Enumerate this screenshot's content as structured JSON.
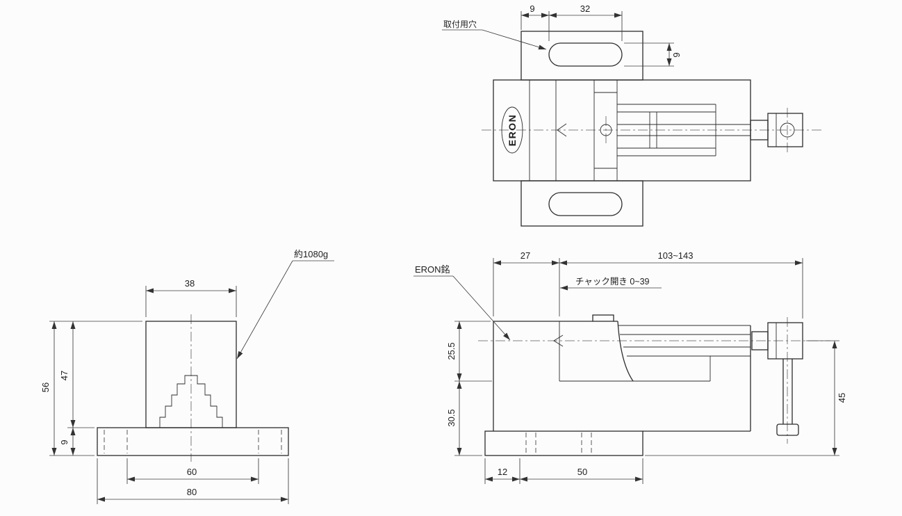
{
  "sheet": {
    "background": "#fcfcfc",
    "line_color": "#2b2b2b"
  },
  "brand": "ERON",
  "top_view": {
    "mounting_hole_label": "取付用穴",
    "dims": {
      "edge_to_slot": "9",
      "slot_length": "32",
      "slot_width": "9"
    }
  },
  "front_view": {
    "weight_label": "約1080g",
    "dims": {
      "jaw_block_width": "38",
      "total_height": "56",
      "body_height": "47",
      "base_height": "9",
      "slot_span": "60",
      "base_width": "80"
    }
  },
  "side_view": {
    "nameplate_label": "ERON銘",
    "chuck_opening_label": "チャック開き 0~39",
    "dims": {
      "jaw_width": "27",
      "length_range": "103~143",
      "upper_height": "25.5",
      "lower_height": "30.5",
      "handle_drop": "45",
      "base_offset": "12",
      "slot_pitch": "50"
    }
  }
}
